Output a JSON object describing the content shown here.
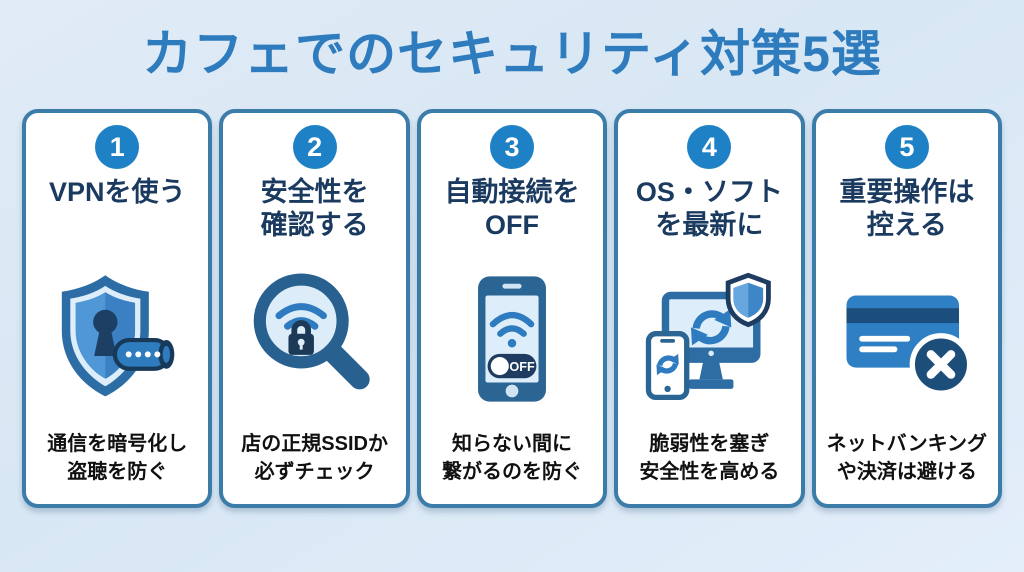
{
  "page": {
    "title": "カフェでのセキュリティ対策5選",
    "background_color": "#dce9f6",
    "title_color": "#2e7cbe",
    "card_border_color": "#3c7ca9",
    "badge_color": "#1f81c5",
    "card_title_color": "#1b3a5f"
  },
  "cards": [
    {
      "number": "1",
      "title": "VPNを使う",
      "icon": "vpn-shield-lock-icon",
      "description": "通信を暗号化し\n盗聴を防ぐ"
    },
    {
      "number": "2",
      "title": "安全性を\n確認する",
      "icon": "wifi-search-magnifier-icon",
      "description": "店の正規SSIDか\n必ずチェック"
    },
    {
      "number": "3",
      "title": "自動接続を\nOFF",
      "icon": "phone-wifi-off-toggle-icon",
      "icon_label": "OFF",
      "description": "知らない間に\n繋がるのを防ぐ"
    },
    {
      "number": "4",
      "title": "OS・ソフト\nを最新に",
      "icon": "devices-update-shield-icon",
      "description": "脆弱性を塞ぎ\n安全性を高める"
    },
    {
      "number": "5",
      "title": "重要操作は\n控える",
      "icon": "credit-card-blocked-icon",
      "description": "ネットバンキング\nや決済は避ける"
    }
  ]
}
